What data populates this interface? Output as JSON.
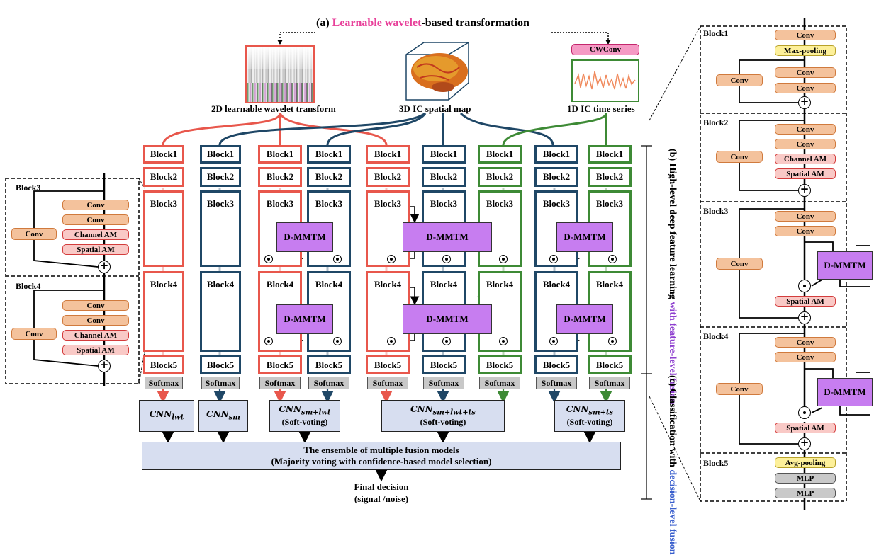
{
  "title": {
    "prefix": "(a) ",
    "highlight": "Learnable wavelet",
    "suffix": "-based transformation"
  },
  "inputs": {
    "lwt_caption": "2D learnable wavelet transform",
    "sm_caption": "3D IC spatial map",
    "ts_caption": "1D IC time series",
    "cwconv": "CWConv"
  },
  "blocks": {
    "b1": "Block1",
    "b2": "Block2",
    "b3": "Block3",
    "b4": "Block4",
    "b5": "Block5"
  },
  "softmax": "Softmax",
  "fusion_module": "D-MMTM",
  "models": {
    "lwt": {
      "base": "CNN",
      "sub": "lwt"
    },
    "sm": {
      "base": "CNN",
      "sub": "sm"
    },
    "sm_lwt": {
      "base": "CNN",
      "sub": "sm+lwt",
      "note": "(Soft-voting)"
    },
    "sm_lwt_ts": {
      "base": "CNN",
      "sub": "sm+lwt+ts",
      "note": "(Soft-voting)"
    },
    "sm_ts": {
      "base": "CNN",
      "sub": "sm+ts",
      "note": "(Soft-voting)"
    }
  },
  "ensemble": {
    "line1": "The ensemble of multiple fusion models",
    "line2": "(Majority voting with confidence-based model selection)"
  },
  "final": {
    "line1": "Final decision",
    "line2": "(signal /noise)"
  },
  "side_labels": {
    "b_prefix": "(b) High-level deep feature learning",
    "b_suffix": "with feature-level fusion",
    "c_prefix": "(c) Classification with",
    "c_suffix": "decision-level fusion"
  },
  "modules": {
    "conv": "Conv",
    "maxpool": "Max-pooling",
    "avgpool": "Avg-pooling",
    "channel_am": "Channel AM",
    "spatial_am": "Spatial AM",
    "mlp": "MLP"
  },
  "colors": {
    "lwt": "#e8574c",
    "sm": "#1f4766",
    "ts": "#3d8a35",
    "dmmtm": "#c77df0",
    "highlight": "#e8419a"
  }
}
